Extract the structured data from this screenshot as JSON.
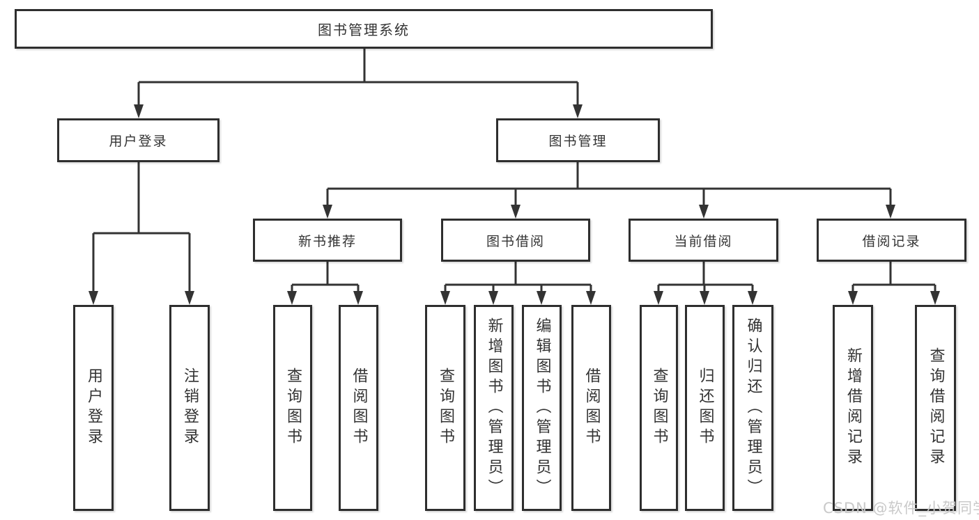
{
  "nodes": {
    "root": {
      "label": "图书管理系统"
    },
    "user_login": {
      "label": "用户登录"
    },
    "book_mgmt": {
      "label": "图书管理"
    },
    "new_book_rec": {
      "label": "新书推荐"
    },
    "book_borrow": {
      "label": "图书借阅"
    },
    "current_borrow": {
      "label": "当前借阅"
    },
    "borrow_record": {
      "label": "借阅记录"
    },
    "leaf_user_login": {
      "label": "用户登录"
    },
    "leaf_logout": {
      "label": "注销登录"
    },
    "leaf_nbr_query": {
      "label": "查询图书"
    },
    "leaf_nbr_borrow": {
      "label": "借阅图书"
    },
    "leaf_bb_query": {
      "label": "查询图书"
    },
    "leaf_bb_add": {
      "label": "新增图书（管理员）"
    },
    "leaf_bb_edit": {
      "label": "编辑图书（管理员）"
    },
    "leaf_bb_borrow": {
      "label": "借阅图书"
    },
    "leaf_cb_query": {
      "label": "查询图书"
    },
    "leaf_cb_return": {
      "label": "归还图书"
    },
    "leaf_cb_confirm": {
      "label": "确认归还（管理员）"
    },
    "leaf_br_add": {
      "label": "新增借阅记录"
    },
    "leaf_br_query": {
      "label": "查询借阅记录"
    }
  },
  "hierarchy": {
    "图书管理系统": {
      "用户登录": [
        "用户登录",
        "注销登录"
      ],
      "图书管理": {
        "新书推荐": [
          "查询图书",
          "借阅图书"
        ],
        "图书借阅": [
          "查询图书",
          "新增图书（管理员）",
          "编辑图书（管理员）",
          "借阅图书"
        ],
        "当前借阅": [
          "查询图书",
          "归还图书",
          "确认归还（管理员）"
        ],
        "借阅记录": [
          "新增借阅记录",
          "查询借阅记录"
        ]
      }
    }
  },
  "watermark": "CSDN @软件_小贺同学",
  "colors": {
    "line": "#333333",
    "box_border": "#2e2e2e",
    "text": "#333333",
    "watermark": "#c9c9c9",
    "background": "#ffffff"
  }
}
